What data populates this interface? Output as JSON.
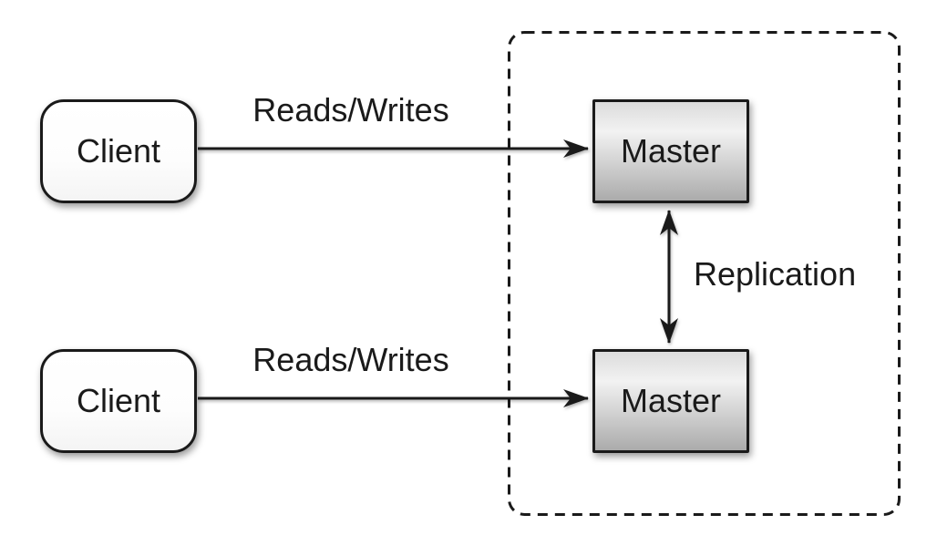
{
  "diagram": {
    "type": "architecture-diagram",
    "nodes": {
      "client_top": {
        "label": "Client",
        "shape": "rounded-rect"
      },
      "client_bottom": {
        "label": "Client",
        "shape": "rounded-rect"
      },
      "master_top": {
        "label": "Master",
        "shape": "rect"
      },
      "master_bottom": {
        "label": "Master",
        "shape": "rect"
      }
    },
    "groups": {
      "replication_zone": {
        "style": "dashed-rounded-rect",
        "contains": [
          "master_top",
          "master_bottom"
        ]
      }
    },
    "edges": {
      "reads_writes_top": {
        "label": "Reads/Writes",
        "from": "client_top",
        "to": "master_top",
        "arrow": "single-headed"
      },
      "reads_writes_bottom": {
        "label": "Reads/Writes",
        "from": "client_bottom",
        "to": "master_bottom",
        "arrow": "single-headed"
      },
      "replication": {
        "label": "Replication",
        "from": "master_top",
        "to": "master_bottom",
        "arrow": "double-headed"
      }
    },
    "colors": {
      "canvas_bg": "#ffffff",
      "stroke": "#1a1a1a",
      "text": "#1a1a1a",
      "client_fill": "#ffffff",
      "master_grad_top": "#dcdcdc",
      "master_grad_mid": "#f2f2f2",
      "master_grad_bottom": "#ababab"
    }
  }
}
